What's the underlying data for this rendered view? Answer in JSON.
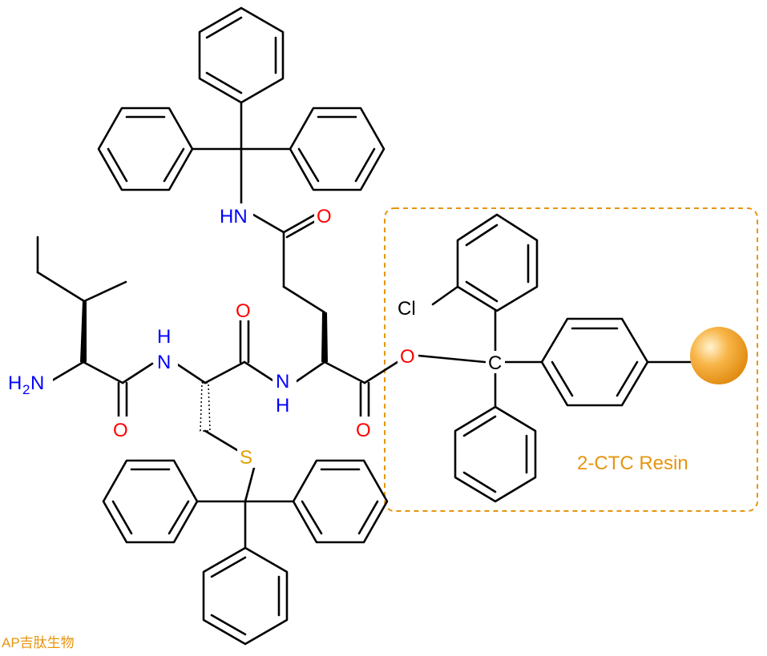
{
  "atoms": {
    "nh2_main": "H",
    "nh2_sub": "2",
    "nh2_n": "N",
    "nh_amide1_n": "N",
    "nh_amide1_h": "H",
    "o_amide1": "O",
    "o_amide2": "O",
    "nh_amide2_n": "N",
    "nh_amide2_h": "H",
    "o_acid_carbonyl": "O",
    "o_ester": "O",
    "s_atom": "S",
    "hn_side": "HN",
    "o_side": "O",
    "cl_atom": "Cl",
    "c_trityl": "C"
  },
  "resin": {
    "label": "2-CTC Resin"
  },
  "watermark": {
    "text": "AP吉肽生物"
  },
  "colors": {
    "bond": "#000000",
    "nitrogen": "#0000ff",
    "oxygen": "#ff0000",
    "sulfur": "#e0a000",
    "resin": "#e6950f",
    "resin_bead": "#f5a623",
    "watermark": "#e6950f"
  }
}
